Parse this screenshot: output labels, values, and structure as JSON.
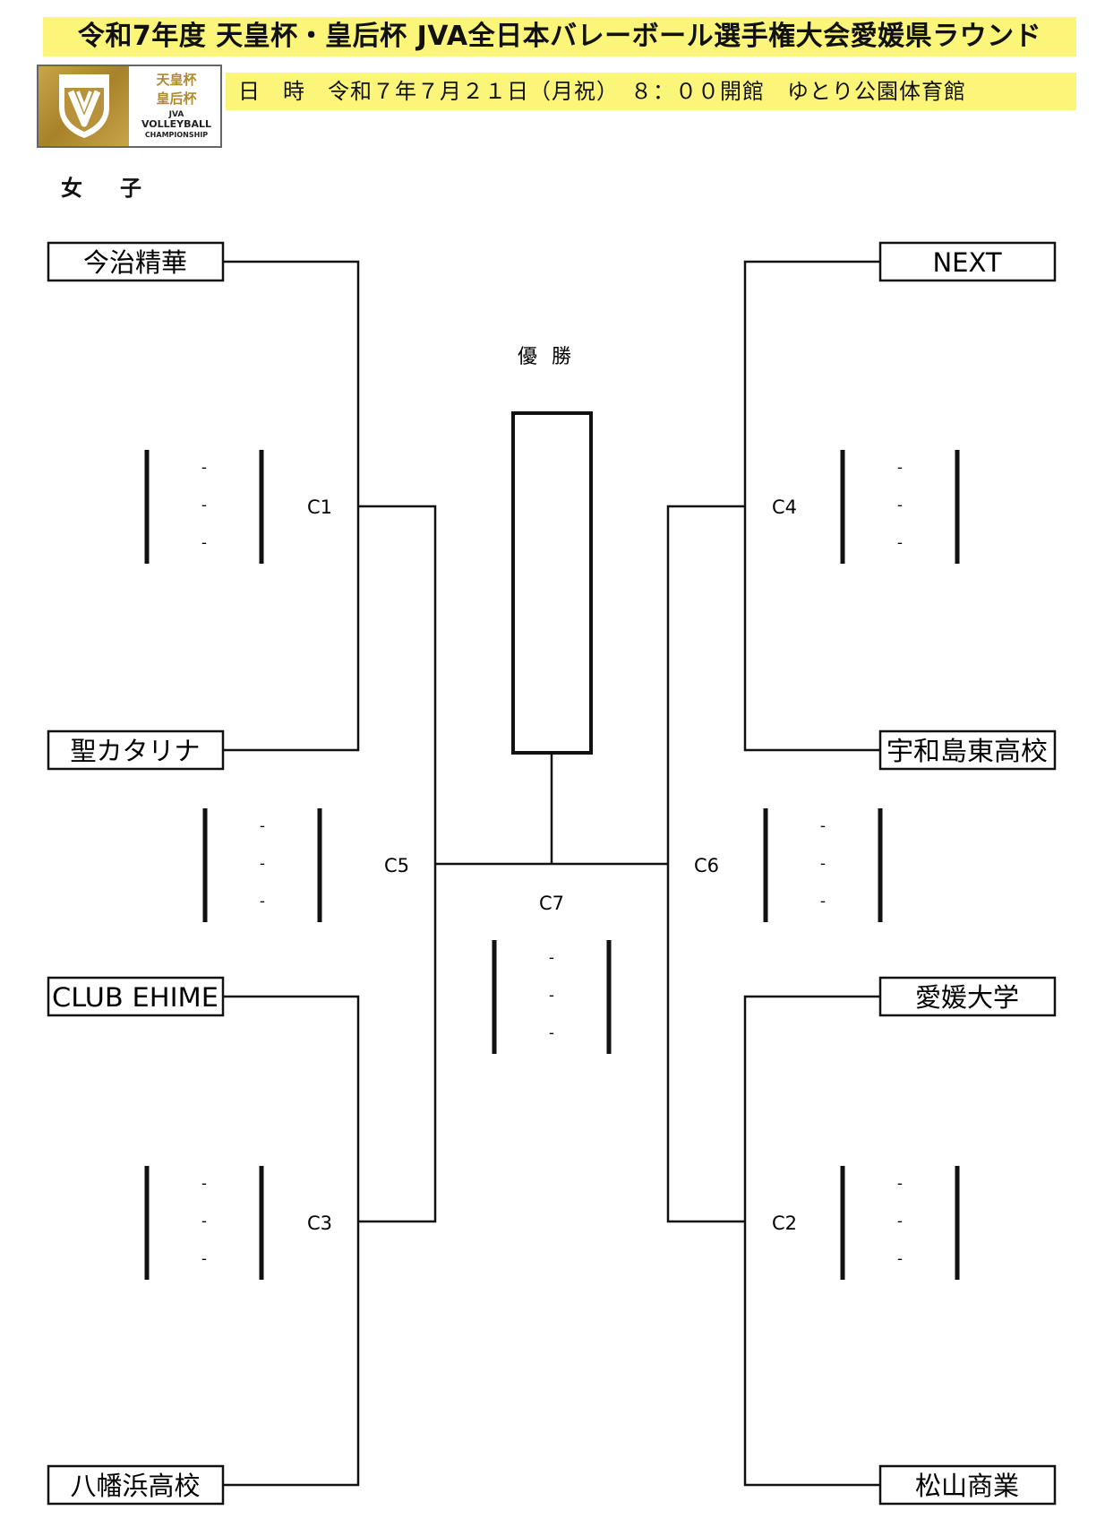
{
  "header": {
    "title": "令和7年度 天皇杯・皇后杯 JVA全日本バレーボール選手権大会愛媛県ラウンド",
    "date_line": "日　時　令和７年７月２１日（月祝）　８：００開館　ゆとり公園体育館"
  },
  "logo": {
    "line1": "天皇杯",
    "line2": "皇后杯",
    "sub1": "JVA",
    "sub2": "VOLLEYBALL",
    "sub3": "CHAMPIONSHIP"
  },
  "division": "女子",
  "champion_label": "優勝",
  "teams": [
    {
      "name": "今治精華"
    },
    {
      "name": "聖カタリナ"
    },
    {
      "name": "CLUB EHIME"
    },
    {
      "name": "八幡浜高校"
    },
    {
      "name": "NEXT"
    },
    {
      "name": "宇和島東高校"
    },
    {
      "name": "愛媛大学"
    },
    {
      "name": "松山商業"
    }
  ],
  "matches": [
    {
      "code": "C1",
      "scores": [
        "-",
        "-",
        "-"
      ]
    },
    {
      "code": "C3",
      "scores": [
        "-",
        "-",
        "-"
      ]
    },
    {
      "code": "C4",
      "scores": [
        "-",
        "-",
        "-"
      ]
    },
    {
      "code": "C2",
      "scores": [
        "-",
        "-",
        "-"
      ]
    },
    {
      "code": "C5",
      "scores": [
        "-",
        "-",
        "-"
      ]
    },
    {
      "code": "C6",
      "scores": [
        "-",
        "-",
        "-"
      ]
    },
    {
      "code": "C7",
      "scores": [
        "-",
        "-",
        "-"
      ]
    }
  ],
  "colors": {
    "banner": "#fbf57a",
    "logo_gold": "#b08a33",
    "line": "#111111"
  }
}
